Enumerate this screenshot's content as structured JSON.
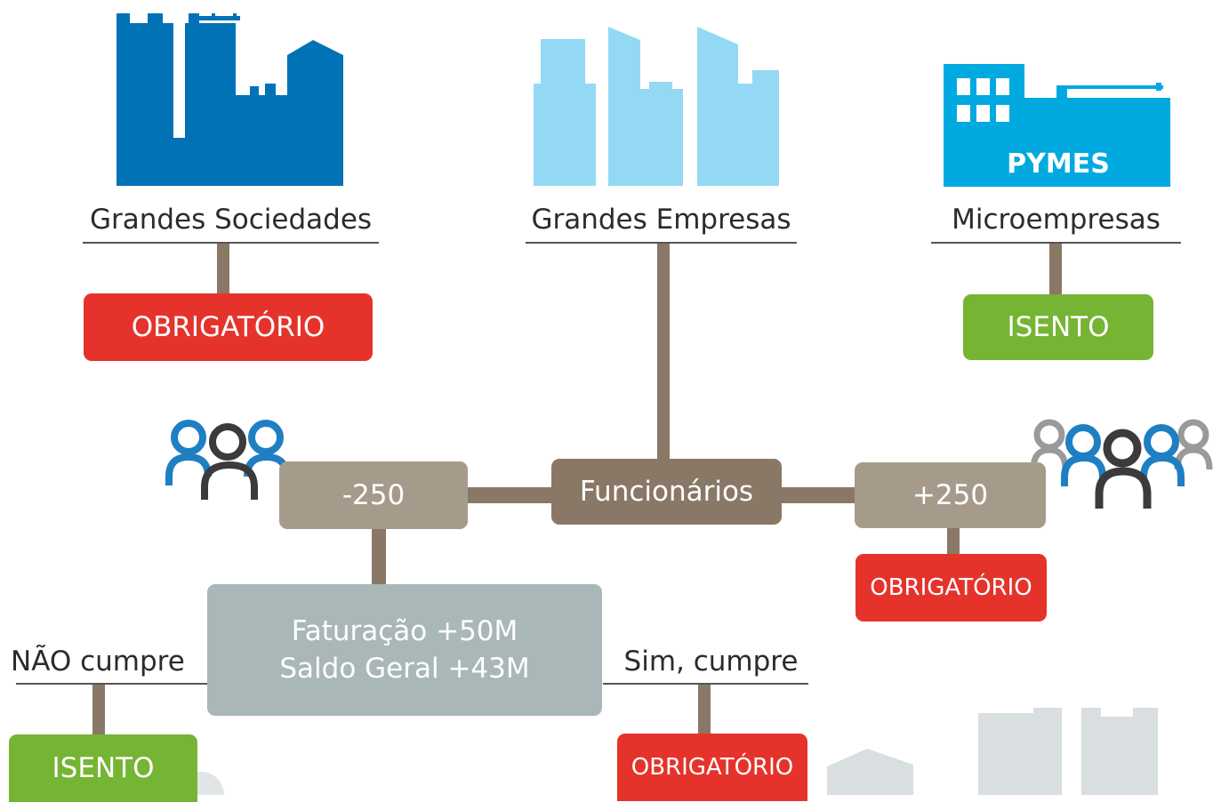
{
  "colors": {
    "connector": "#8a7866",
    "obligatory": "#e5332c",
    "exempt": "#76b433",
    "dark_blue": "#0072b5",
    "light_blue": "#93d9f3",
    "cyan": "#00a9e0",
    "grey_building": "#d9dee0"
  },
  "companies": {
    "large_societies": {
      "label": "Grandes Sociedades",
      "status": "OBRIGATÓRIO",
      "icon": "factory-building-icon"
    },
    "large_companies": {
      "label": "Grandes Empresas",
      "icon": "skyline-building-icon"
    },
    "micro_companies": {
      "label": "Microempresas",
      "sign": "PYMES",
      "status": "ISENTO",
      "icon": "small-factory-icon"
    }
  },
  "employees": {
    "center_label": "Funcionários",
    "less": {
      "label": "-250",
      "icon": "people-group-icon"
    },
    "more": {
      "label": "+250",
      "status": "OBRIGATÓRIO",
      "icon": "people-crowd-icon"
    }
  },
  "criteria": {
    "line1": "Faturação +50M",
    "line2": "Saldo Geral +43M",
    "no": {
      "label": "NÃO cumpre",
      "status": "ISENTO"
    },
    "yes": {
      "label": "Sim, cumpre",
      "status": "OBRIGATÓRIO"
    }
  }
}
